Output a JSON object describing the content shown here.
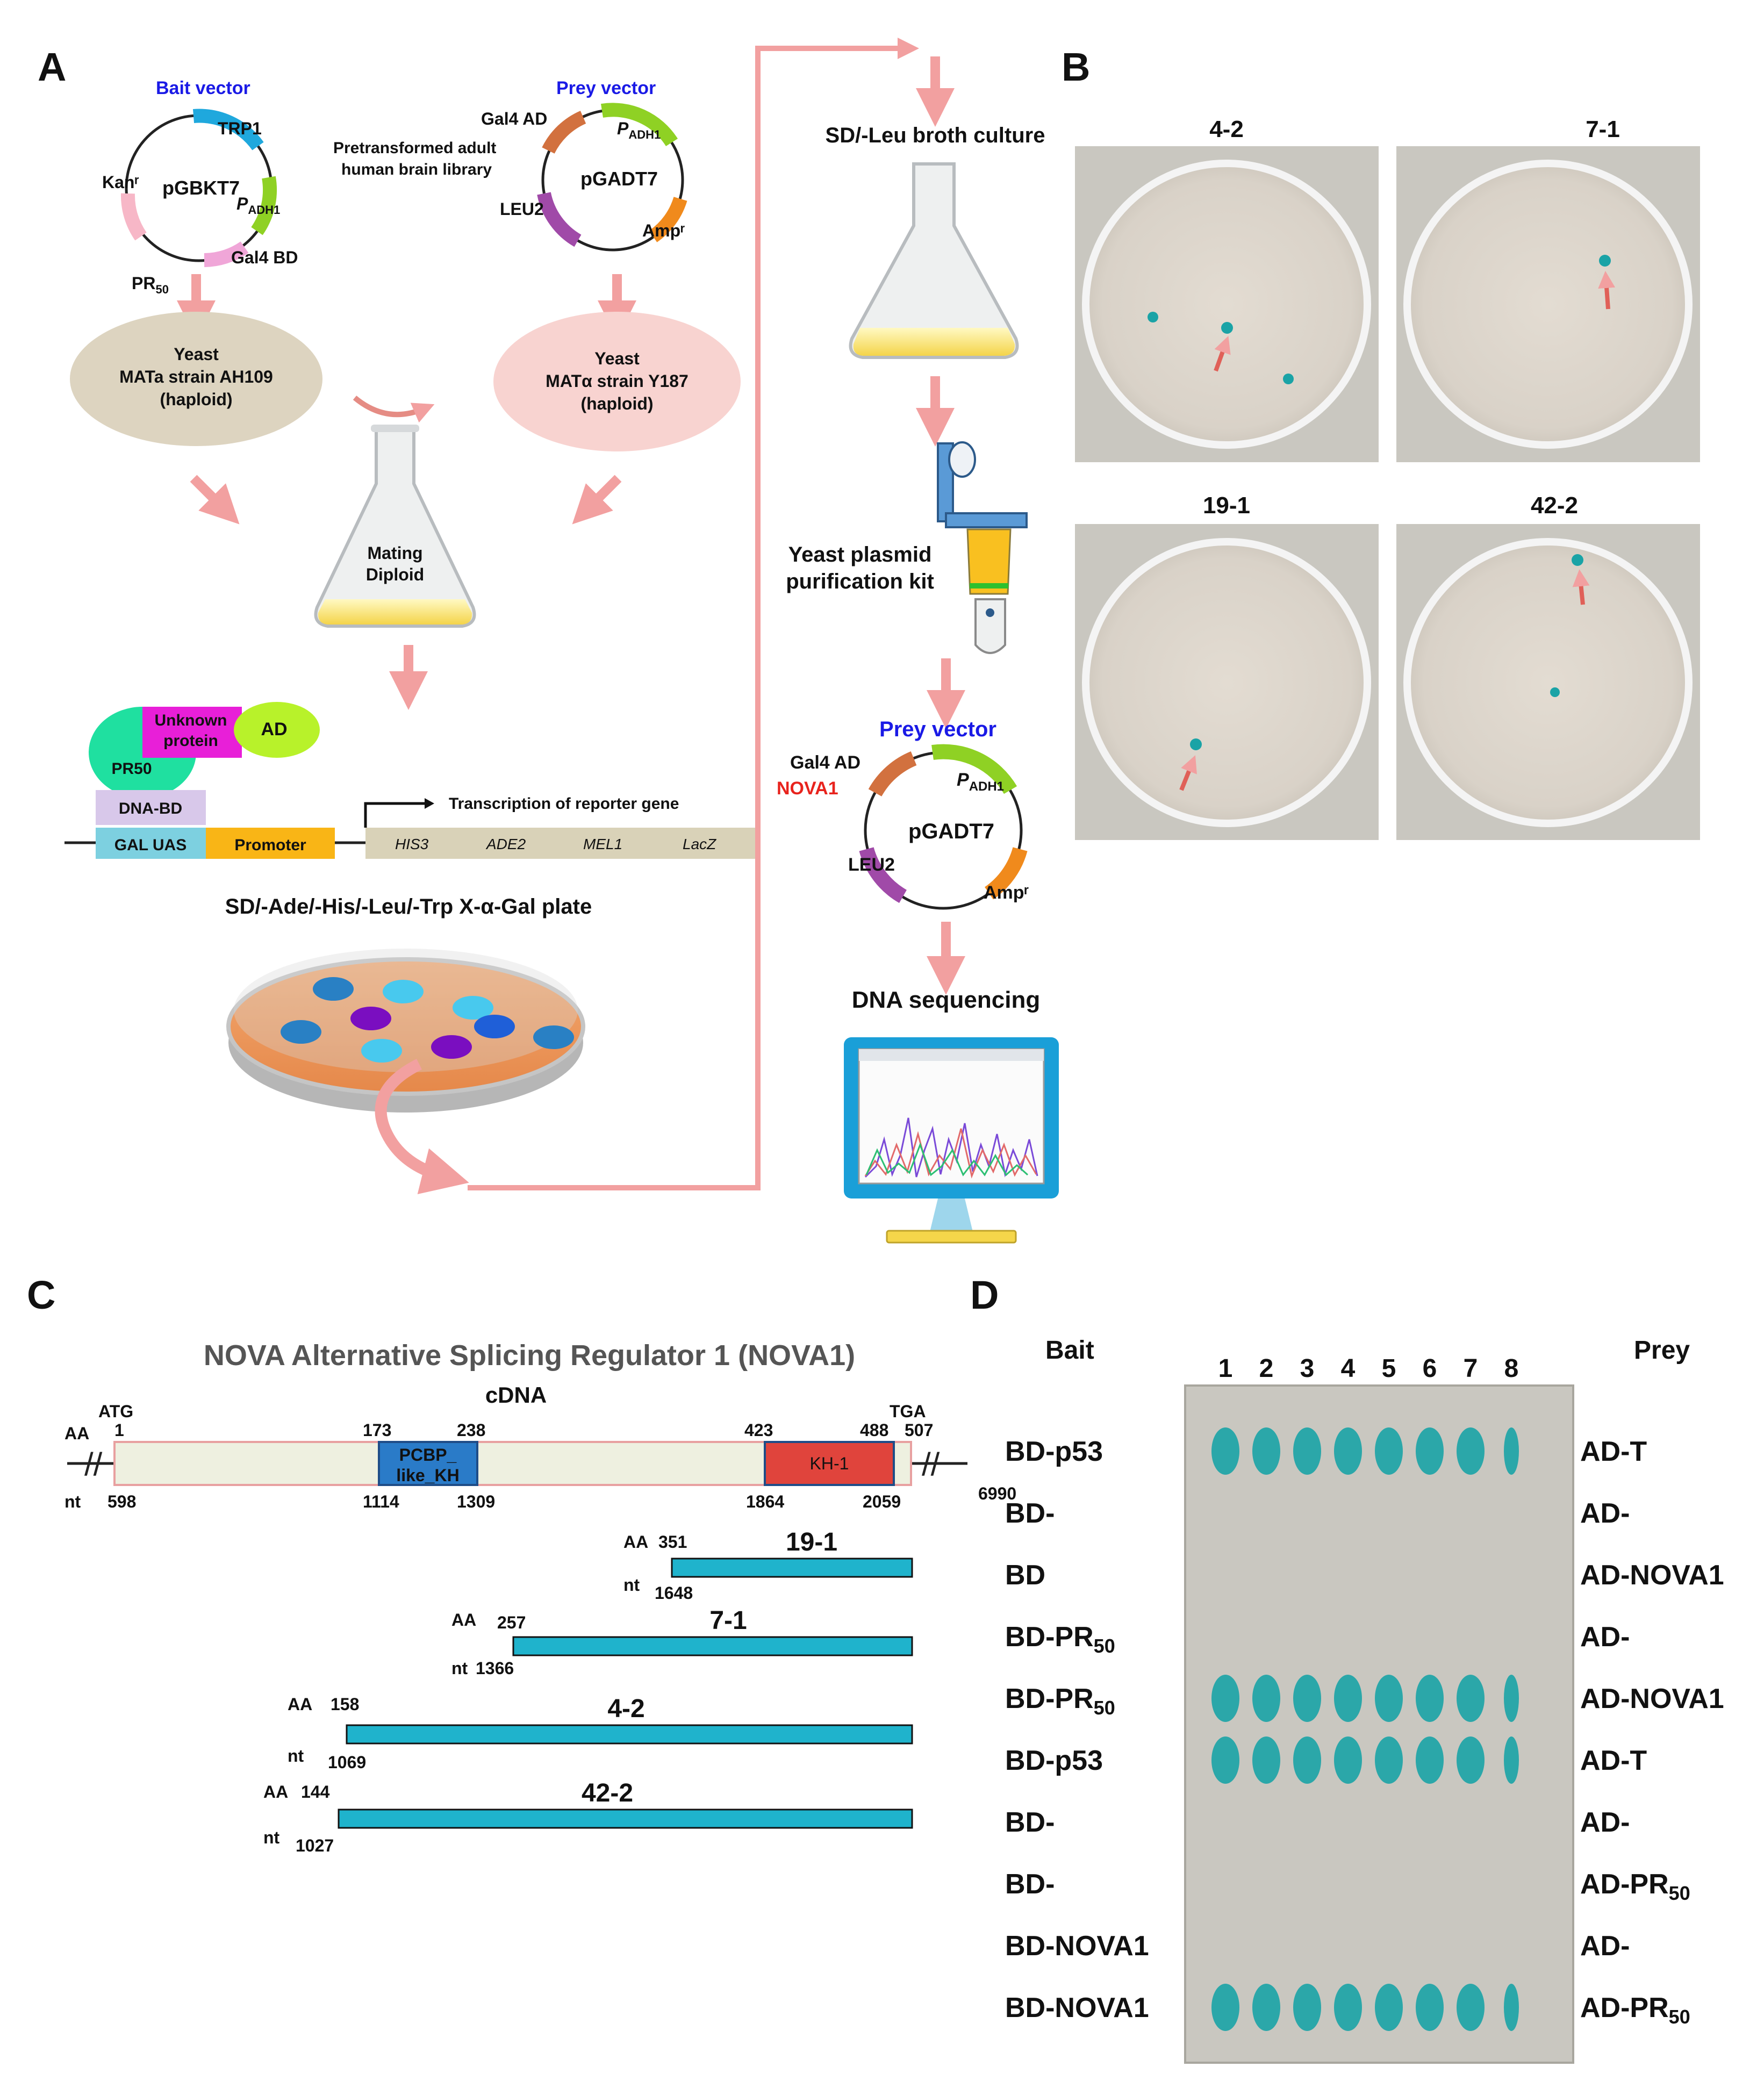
{
  "panel_labels": {
    "a": "A",
    "b": "B",
    "c": "C",
    "d": "D"
  },
  "panel_a": {
    "bait_title": "Bait vector",
    "bait_name": "pGBKT7",
    "bait_trp1": "TRP1",
    "bait_kan": "Kanʳ",
    "bait_padh_p": "P",
    "bait_padh_sub": "ADH1",
    "bait_gal4bd": "Gal4 BD",
    "bait_pr50_main": "PR",
    "bait_pr50_sub": "50",
    "prey_title": "Prey vector",
    "prey_name": "pGADT7",
    "prey_gal4ad": "Gal4 AD",
    "prey_padh_p": "P",
    "prey_padh_sub": "ADH1",
    "prey_lib_line1": "Pretransformed adult",
    "prey_lib_line2": "human brain library",
    "prey_leu2": "LEU2",
    "prey_amp": "Ampʳ",
    "yeast_a_l1": "Yeast",
    "yeast_a_l2": "MATa strain AH109",
    "yeast_a_l3": "(haploid)",
    "yeast_alpha_l1": "Yeast",
    "yeast_alpha_l2": "MATα strain Y187",
    "yeast_alpha_l3": "(haploid)",
    "mating_l1": "Mating",
    "mating_l2": "Diploid",
    "unknown_l1": "Unknown",
    "unknown_l2": "protein",
    "ad": "AD",
    "pr50_blob": "PR50",
    "dna_bd": "DNA-BD",
    "gal_uas": "GAL UAS",
    "promoter": "Promoter",
    "transcription": "Transcription of reporter gene",
    "genes": [
      "HIS3",
      "ADE2",
      "MEL1",
      "LacZ"
    ],
    "plate_label": "SD/-Ade/-His/-Leu/-Trp X-α-Gal plate",
    "broth": "SD/-Leu broth culture",
    "kit_l1": "Yeast plasmid",
    "kit_l2": "purification kit",
    "prey2_title": "Prey vector",
    "prey2_gal4ad": "Gal4 AD",
    "prey2_nova": "NOVA1",
    "prey2_padh_p": "P",
    "prey2_padh_sub": "ADH1",
    "prey2_name": "pGADT7",
    "prey2_leu2": "LEU2",
    "prey2_amp": "Ampʳ",
    "sequencing": "DNA sequencing"
  },
  "panel_b": {
    "plates": [
      "4-2",
      "7-1",
      "19-1",
      "42-2"
    ]
  },
  "panel_c": {
    "title": "NOVA Alternative Splicing Regulator 1 (NOVA1)",
    "cdna": "cDNA",
    "atg": "ATG",
    "tga": "TGA",
    "aa": "AA",
    "nt": "nt",
    "aa_start": "1",
    "aa_end": "507",
    "nt_start": "598",
    "nt_end": "6990",
    "domain1": {
      "name_l1": "PCBP_",
      "name_l2": "like_KH",
      "aa_start": "173",
      "aa_end": "238",
      "nt_start": "1114",
      "nt_end": "1309"
    },
    "domain2": {
      "name": "KH-1",
      "aa_start": "423",
      "aa_end": "488",
      "nt_start": "1864",
      "nt_end": "2059"
    },
    "clones": [
      {
        "name": "19-1",
        "aa": "351",
        "nt": "1648"
      },
      {
        "name": "7-1",
        "aa": "257",
        "nt": "1366"
      },
      {
        "name": "4-2",
        "aa": "158",
        "nt": "1069"
      },
      {
        "name": "42-2",
        "aa": "144",
        "nt": "1027"
      }
    ]
  },
  "panel_d": {
    "bait_header": "Bait",
    "prey_header": "Prey",
    "lanes": [
      "1",
      "2",
      "3",
      "4",
      "5",
      "6",
      "7",
      "8"
    ],
    "rows": [
      {
        "bait": "BD-p53",
        "bait_sub": "",
        "prey": "AD-T",
        "prey_sub": "",
        "growth": "strong"
      },
      {
        "bait": "BD-",
        "bait_sub": "",
        "prey": "AD-",
        "prey_sub": "",
        "growth": "none"
      },
      {
        "bait": "BD",
        "bait_sub": "",
        "prey": "AD-NOVA1",
        "prey_sub": "",
        "growth": "none"
      },
      {
        "bait": "BD-PR",
        "bait_sub": "50",
        "prey": "AD-",
        "prey_sub": "",
        "growth": "none"
      },
      {
        "bait": "BD-PR",
        "bait_sub": "50",
        "prey": "AD-NOVA1",
        "prey_sub": "",
        "growth": "strong"
      },
      {
        "bait": "BD-p53",
        "bait_sub": "",
        "prey": "AD-T",
        "prey_sub": "",
        "growth": "strong"
      },
      {
        "bait": "BD-",
        "bait_sub": "",
        "prey": "AD-",
        "prey_sub": "",
        "growth": "none"
      },
      {
        "bait": "BD-",
        "bait_sub": "",
        "prey": "AD-PR",
        "prey_sub": "50",
        "growth": "none"
      },
      {
        "bait": "BD-NOVA1",
        "bait_sub": "",
        "prey": "AD-",
        "prey_sub": "",
        "growth": "none"
      },
      {
        "bait": "BD-NOVA1",
        "bait_sub": "",
        "prey": "AD-PR",
        "prey_sub": "50",
        "growth": "strong"
      }
    ]
  },
  "colors": {
    "arrow": "#f2a0a0",
    "cyan_bar": "#1fb3cc",
    "blue_title": "#1a1ae6",
    "red_label": "#e8231d",
    "teal_growth": "#1aa3a6",
    "plate_bg": "#c9c7c0"
  }
}
